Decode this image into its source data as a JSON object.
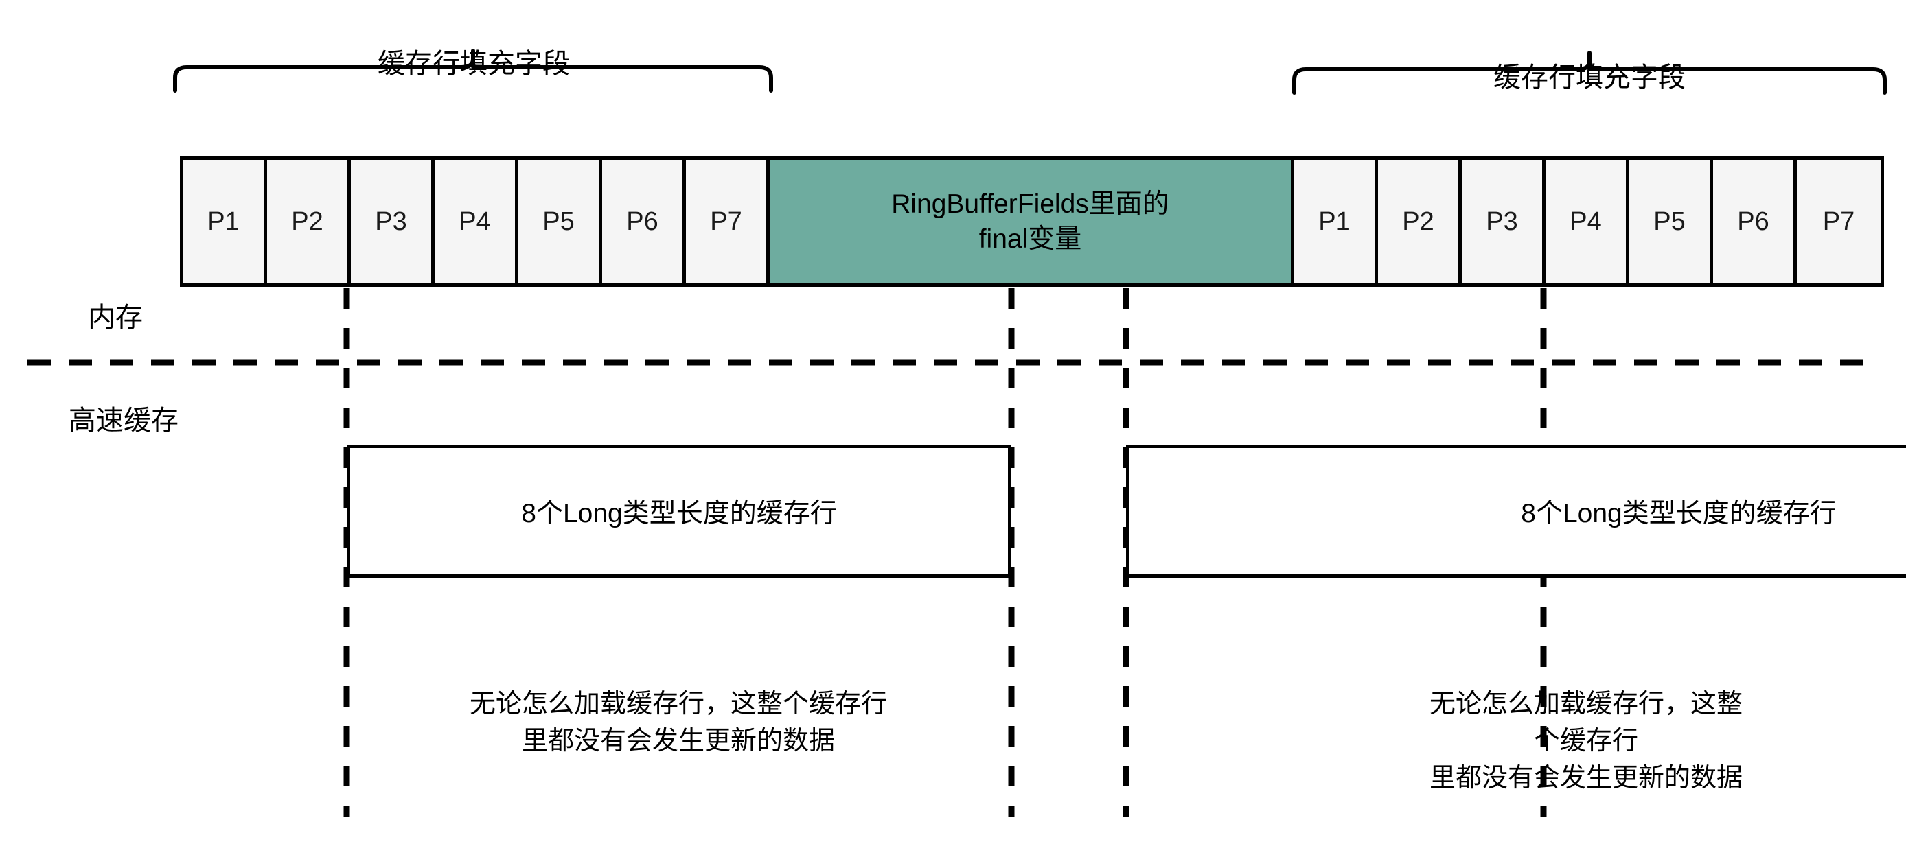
{
  "diagram": {
    "title_semantics": "cache-line-padding-memory-layout",
    "colors": {
      "field_block": "#6eac9f",
      "padding_cell": "#f5f5f5",
      "stroke": "#000000",
      "background": "#ffffff"
    },
    "braces": [
      {
        "id": "left",
        "caption": "缓存行填充字段"
      },
      {
        "id": "right",
        "caption": "缓存行填充字段"
      }
    ],
    "memory_bar": {
      "left_padding_cells": [
        "P1",
        "P2",
        "P3",
        "P4",
        "P5",
        "P6",
        "P7"
      ],
      "field_block": {
        "line1": "RingBufferFields里面的",
        "line2": "final变量"
      },
      "right_padding_cells": [
        "P1",
        "P2",
        "P3",
        "P4",
        "P5",
        "P6",
        "P7"
      ]
    },
    "side_labels": {
      "memory": "内存",
      "cache": "高速缓存"
    },
    "cache_lines": [
      {
        "id": "left",
        "label": "8个Long类型长度的缓存行"
      },
      {
        "id": "right",
        "label": "8个Long类型长度的缓存行"
      }
    ],
    "notes": [
      {
        "id": "left",
        "text": "无论怎么加载缓存行，这整个缓存行\n里都没有会发生更新的数据"
      },
      {
        "id": "right",
        "text": "无论怎么加载缓存行，这整个缓存行\n里都没有会发生更新的数据"
      }
    ]
  }
}
